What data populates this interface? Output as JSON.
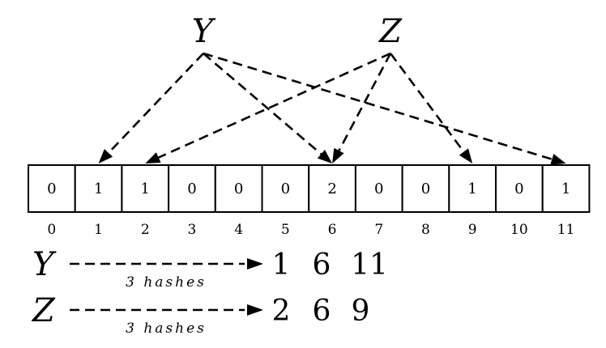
{
  "items": [
    "Y",
    "Z"
  ],
  "cells": [
    0,
    1,
    1,
    0,
    0,
    0,
    2,
    0,
    0,
    1,
    0,
    1
  ],
  "indices": [
    "0",
    "1",
    "2",
    "3",
    "4",
    "5",
    "6",
    "7",
    "8",
    "9",
    "10",
    "11"
  ],
  "mappings": [
    {
      "label": "Y",
      "hash_note": "3 hashes",
      "positions": [
        1,
        6,
        11
      ]
    },
    {
      "label": "Z",
      "hash_note": "3 hashes",
      "positions": [
        2,
        6,
        9
      ]
    }
  ]
}
